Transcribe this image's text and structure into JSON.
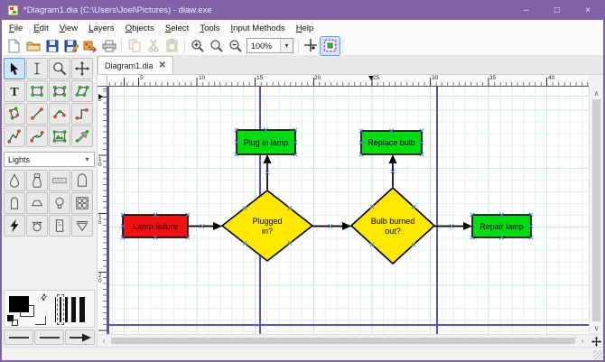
{
  "window": {
    "title": "*Diagram1.dia (C:\\Users\\Joel\\Pictures) - diaw.exe",
    "minimize_glyph": "–",
    "maximize_glyph": "□",
    "close_glyph": "×"
  },
  "menu": {
    "items": [
      "File",
      "Edit",
      "View",
      "Layers",
      "Objects",
      "Select",
      "Tools",
      "Input Methods",
      "Help"
    ]
  },
  "toolbar": {
    "buttons": [
      "new-diagram",
      "open",
      "save",
      "save-as",
      "export",
      "print",
      "copy",
      "cut",
      "paste",
      "zoom-in",
      "zoom-fit",
      "zoom-out",
      "snap-to-objects",
      "snap-to-grid"
    ],
    "zoom_value": "100%",
    "combo_arrow_glyph": "▾",
    "snap_to_grid_active": true
  },
  "toolbox": {
    "tools": [
      "modify",
      "text-edit",
      "magnify",
      "scroll",
      "text",
      "box",
      "ellipse",
      "polygon",
      "beziergon",
      "line",
      "arc",
      "zigzagline",
      "polyline",
      "bezierline",
      "image",
      "outline"
    ],
    "selected_tool": "modify",
    "sheet_selected": "Lights",
    "sheet_arrow_glyph": "▾",
    "shapes": [
      "par",
      "par-on-floor",
      "striplight",
      "ellipsoidal",
      "pebble-convex",
      "fresnel",
      "lamp",
      "blinders",
      "black-light",
      "scoop",
      "structure",
      "scrim"
    ],
    "swap_colors_glyph": "⇄",
    "line_width_selected_index": 1
  },
  "tab": {
    "label": "Diagram1.dia",
    "close_glyph": "✕"
  },
  "rulers": {
    "h_labels": [
      "5",
      "10",
      "15",
      "20",
      "25",
      "30",
      "35",
      "40"
    ],
    "v_labels": [
      "5",
      "10",
      "15",
      "20"
    ]
  },
  "scrollbars": {
    "up_glyph": "∧",
    "down_glyph": "∨",
    "left_glyph": "‹",
    "right_glyph": "›"
  },
  "diagram": {
    "colors": {
      "red": "#f01010",
      "green": "#00dc10",
      "yellow": "#ffe700",
      "stroke": "#000000",
      "page_break": "#5353c8",
      "connection_point": "#4a7edb"
    },
    "nodes": [
      {
        "id": "lamp-failure",
        "type": "box",
        "fill": "red",
        "label": "Lamp failure"
      },
      {
        "id": "plugged-in",
        "type": "diamond",
        "fill": "yellow",
        "label": "Plugged in?",
        "line1": "Plugged",
        "line2": "in?"
      },
      {
        "id": "plug-in-lamp",
        "type": "box",
        "fill": "green",
        "label": "Plug in lamp"
      },
      {
        "id": "bulb-burned-out",
        "type": "diamond",
        "fill": "yellow",
        "label": "Bulb burned out?",
        "line1": "Bulb burned",
        "line2": "out?"
      },
      {
        "id": "replace-bulb",
        "type": "box",
        "fill": "green",
        "label": "Replace bulb"
      },
      {
        "id": "repair-lamp",
        "type": "box",
        "fill": "green",
        "label": "Repair lamp"
      }
    ],
    "edges": [
      {
        "from": "lamp-failure",
        "to": "plugged-in"
      },
      {
        "from": "plugged-in",
        "to": "plug-in-lamp"
      },
      {
        "from": "plugged-in",
        "to": "bulb-burned-out"
      },
      {
        "from": "bulb-burned-out",
        "to": "replace-bulb"
      },
      {
        "from": "bulb-burned-out",
        "to": "repair-lamp"
      }
    ]
  }
}
